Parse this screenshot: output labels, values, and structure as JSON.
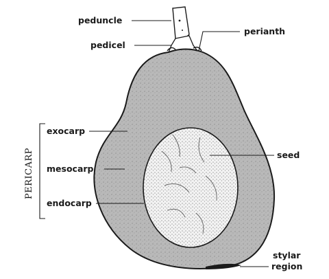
{
  "figure": {
    "labels": {
      "peduncle": "peduncle",
      "pedicel": "pedicel",
      "perianth": "perianth",
      "exocarp": "exocarp",
      "mesocarp": "mesocarp",
      "endocarp": "endocarp",
      "seed": "seed",
      "stylar_line1": "stylar",
      "stylar_line2": "region",
      "pericarp": "PERICARP"
    }
  }
}
